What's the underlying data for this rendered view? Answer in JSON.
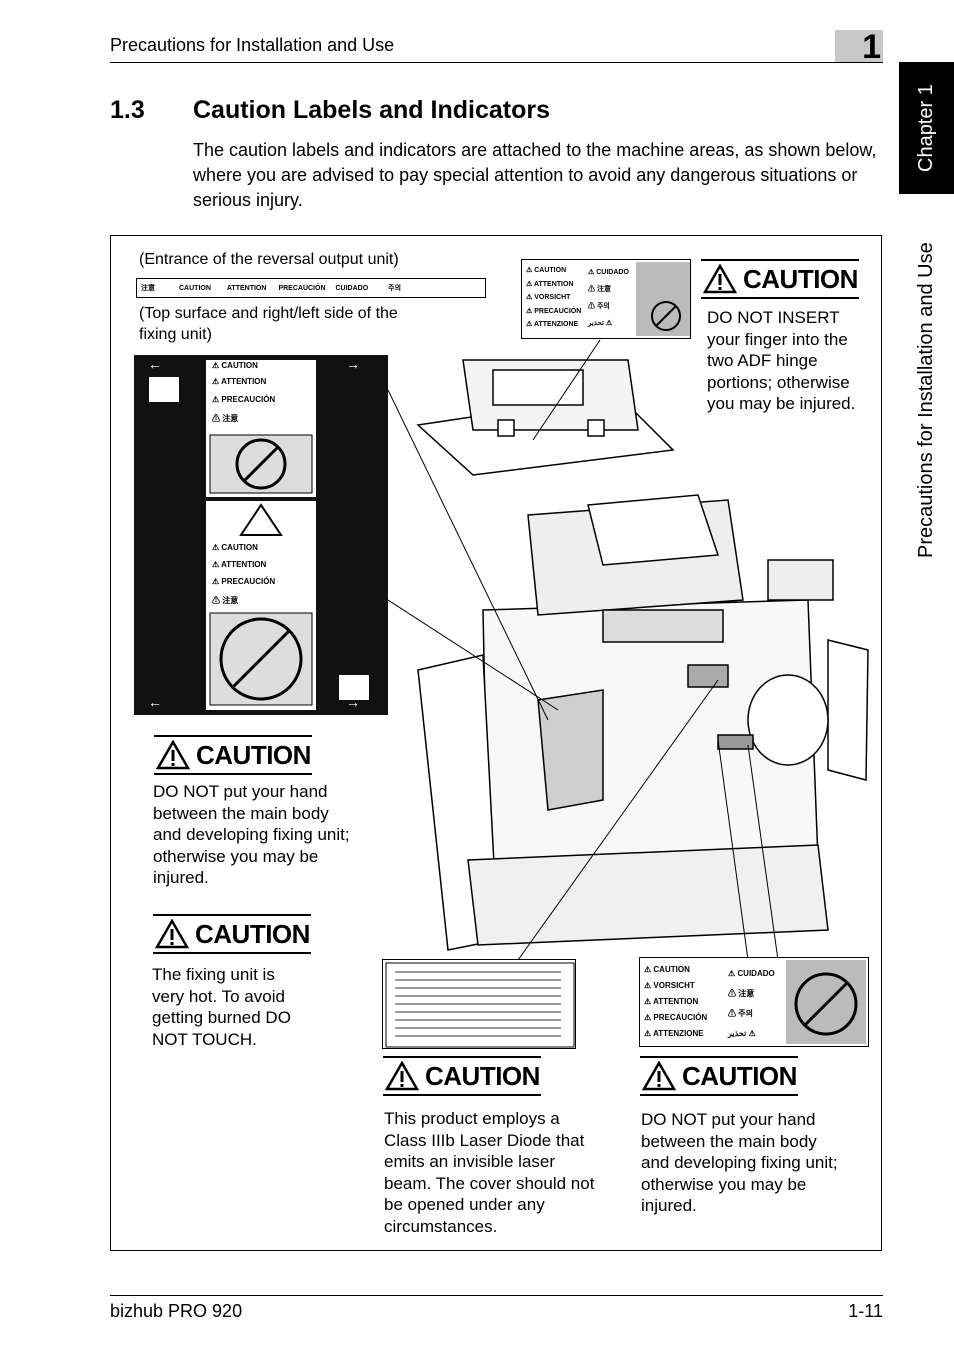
{
  "header": {
    "title": "Precautions for Installation and Use",
    "chapter_number": "1"
  },
  "side": {
    "chapter_tab": "Chapter 1",
    "section_tab": "Precautions for Installation and Use"
  },
  "section": {
    "number": "1.3",
    "title": "Caution Labels and Indicators",
    "intro": "The caution labels and indicators are attached to the machine areas, as shown below, where you are advised to pay special attention to avoid any dangerous situations or serious injury."
  },
  "figure": {
    "caption_entrance": "(Entrance of the reversal output unit)",
    "caption_top_surface": "(Top surface and right/left side of the fixing unit)",
    "caution_word": "CAUTION",
    "messages": {
      "adf": "DO NOT INSERT your finger into the two ADF hinge portions; otherwise you may be injured.",
      "hand_left": "DO NOT put your hand between the main body and developing fixing unit; otherwise you may be injured.",
      "hot": "The fixing unit is very hot. To avoid getting burned DO NOT TOUCH.",
      "laser": "This product employs a Class IIIb Laser Diode that emits an invisible laser beam. The cover should not be opened under any circumstances.",
      "hand_right": "DO NOT put your hand between the main body and developing fixing unit; otherwise you may be injured."
    },
    "label_words": {
      "caution": "CAUTION",
      "attention": "ATTENTION",
      "vorsicht": "VORSICHT",
      "precaucion": "PRECAUCIÓN",
      "attenzione": "ATTENZIONE",
      "cuidado": "CUIDADO",
      "zhuyi": "注意",
      "juui": "주의",
      "tahzir": "تحذير"
    }
  },
  "footer": {
    "model": "bizhub PRO 920",
    "page": "1-11"
  }
}
